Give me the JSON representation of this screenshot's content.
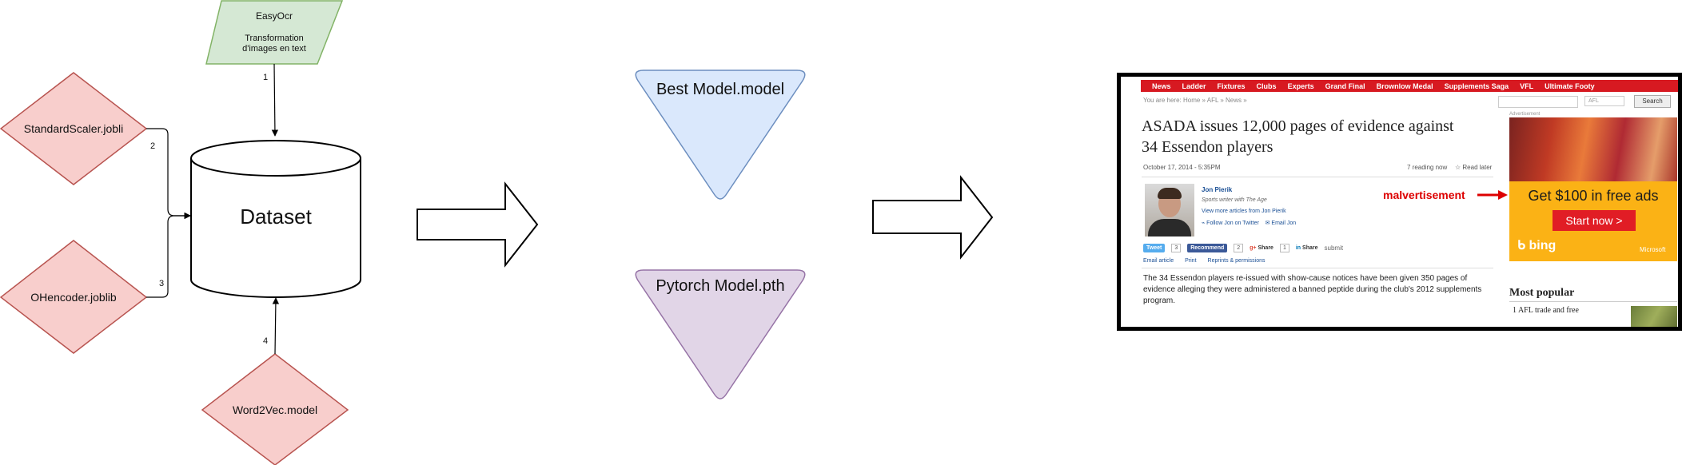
{
  "nodes": {
    "easyocr": {
      "title": "EasyOcr",
      "sub1": "Transformation",
      "sub2": "d'images en text"
    },
    "dataset": "Dataset",
    "scaler": "StandardScaler.jobli",
    "ohencoder": "OHencoder.joblib",
    "word2vec": "Word2Vec.model",
    "best_model": "Best Model.model",
    "pytorch_model": "Pytorch Model.pth"
  },
  "edges": {
    "e1": "1",
    "e2": "2",
    "e3": "3",
    "e4": "4"
  },
  "colors": {
    "easyocr_fill": "#d5e8d4",
    "easyocr_stroke": "#82b366",
    "diamond_fill": "#f8cecc",
    "diamond_stroke": "#b85450",
    "best_fill": "#dae8fc",
    "best_stroke": "#6c8ebf",
    "pytorch_fill": "#e1d5e7",
    "pytorch_stroke": "#9673a6",
    "news_red": "#d71921",
    "ad_yellow": "#fbb215"
  },
  "screenshot": {
    "nav": [
      "News",
      "Ladder",
      "Fixtures",
      "Clubs",
      "Experts",
      "Grand Final",
      "Brownlow Medal",
      "Supplements Saga",
      "VFL",
      "Ultimate Footy"
    ],
    "breadcrumb": "You are here: Home » AFL » News »",
    "search_select": "AFL",
    "search_button": "Search",
    "headline_line1": "ASADA issues 12,000 pages of evidence against",
    "headline_line2": "34 Essendon players",
    "date": "October 17, 2014 - 5:35PM",
    "reading": "7 reading now",
    "read_later": "Read later",
    "author_name": "Jon Pierik",
    "author_role": "Sports writer with The Age",
    "author_more": "View more articles from Jon Pierik",
    "follow_twitter": "Follow Jon on Twitter",
    "email_author": "Email Jon",
    "malvertisement": "malvertisement",
    "tweet": "Tweet",
    "tweet_count": "3",
    "recommend": "Recommend",
    "recommend_count": "2",
    "gshare": "Share",
    "gshare_count": "1",
    "in_share": "Share",
    "submit": "submit",
    "email_article": "Email article",
    "print": "Print",
    "reprints": "Reprints & permissions",
    "body_text": "The 34 Essendon players re-issued with show-cause notices have been given 350 pages of evidence alleging they were administered a banned peptide during the club's 2012 supplements program.",
    "ad_label": "Advertisement",
    "ad_text": "Get $100 in free ads",
    "ad_button": "Start now >",
    "ad_brand": "bing",
    "ad_ms": "Microsoft",
    "most_popular": "Most popular",
    "popular_item": "1   AFL trade and free"
  }
}
